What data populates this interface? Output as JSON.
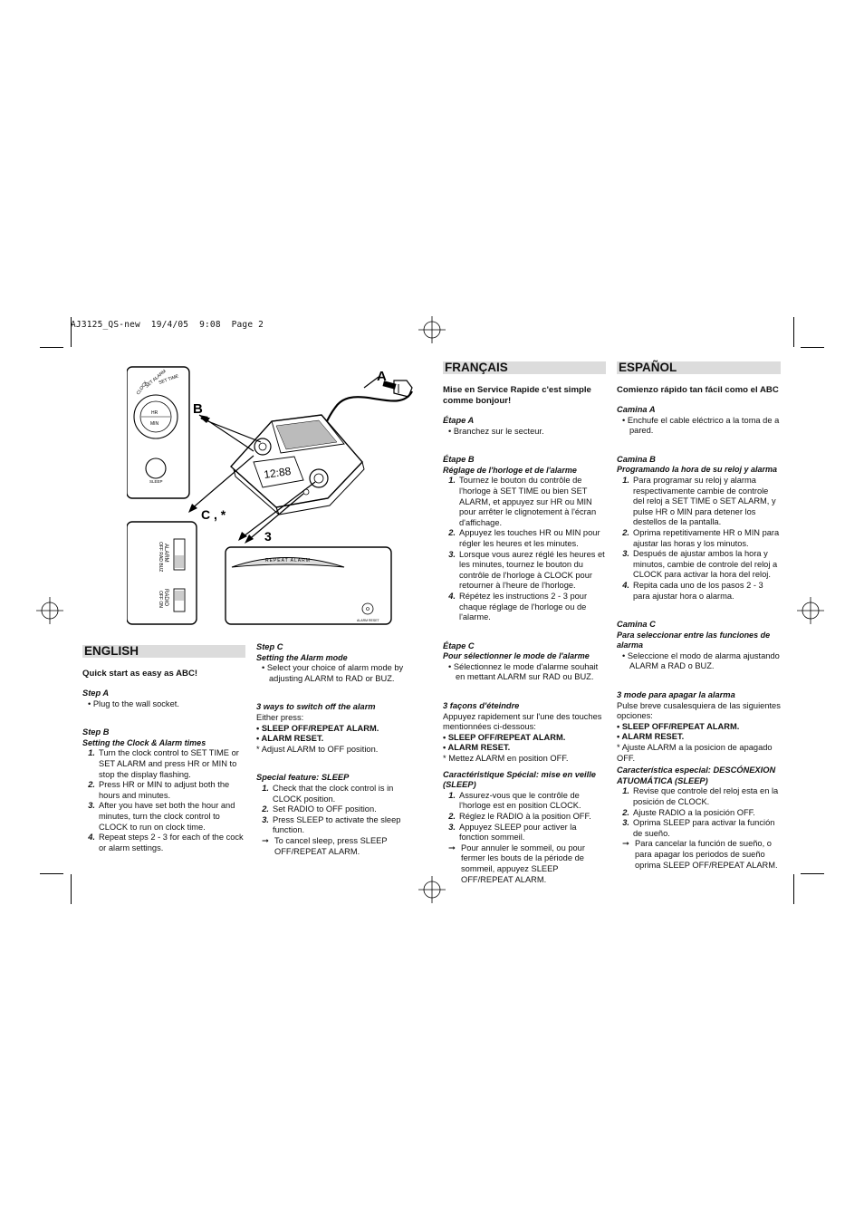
{
  "header": {
    "slug": "AJ3125_QS-new  19/4/05  9:08  Page 2"
  },
  "figure": {
    "label_a": "A",
    "label_b": "B",
    "label_c": "C , *",
    "label_3": "3",
    "dial_hr": "HR",
    "dial_min": "MIN",
    "dial_clock": "CLOCK",
    "dial_set_alarm": "SET ALARM",
    "dial_set_time": "SET TIME",
    "sleep_label": "SLEEP",
    "alarm_switch": "ALARM",
    "alarm_modes": "OFF RAD BUZ",
    "radio_switch": "RADIO",
    "radio_modes": "OFF ON",
    "repeat_alarm": "REPEAT ALARM",
    "alarm_reset": "ALARM RESET",
    "display_digits": "12:88"
  },
  "english": {
    "heading": "ENGLISH",
    "intro": "Quick start as easy as ABC!",
    "stepA_title": "Step A",
    "stepA_b1": "• Plug to the wall socket.",
    "stepB_title": "Step B",
    "stepB_sub": "Setting the Clock & Alarm times",
    "stepB_items": [
      {
        "n": "1.",
        "t": "Turn the clock control to SET TIME or SET ALARM and press HR or MIN to stop the display flashing."
      },
      {
        "n": "2.",
        "t": "Press HR or MIN to adjust both the hours and minutes."
      },
      {
        "n": "3.",
        "t": "After you have set both the hour and minutes, turn the clock control to CLOCK to run on clock time."
      },
      {
        "n": "4.",
        "t": "Repeat steps 2 - 3 for each of the cock or alarm settings."
      }
    ],
    "stepC_title": "Step C",
    "stepC_sub": "Setting the Alarm mode",
    "stepC_b1": "• Select your choice of alarm mode by adjusting ALARM to RAD or BUZ.",
    "ways_title": "3 ways to switch off the alarm",
    "ways_intro": "Either press:",
    "ways_items": [
      "• SLEEP OFF/REPEAT ALARM.",
      "• ALARM RESET.",
      "* Adjust ALARM to OFF position."
    ],
    "special_title": "Special feature: SLEEP",
    "special_items": [
      {
        "n": "1.",
        "t": "Check that the clock control is in CLOCK position."
      },
      {
        "n": "2.",
        "t": "Set RADIO to OFF position."
      },
      {
        "n": "3.",
        "t": "Press SLEEP to activate the sleep function."
      }
    ],
    "special_arrow": "To cancel sleep, press SLEEP OFF/REPEAT ALARM."
  },
  "francais": {
    "heading": "FRANÇAIS",
    "intro": "Mise en Service Rapide c'est simple comme bonjour!",
    "stepA_title": "Étape A",
    "stepA_b1": "• Branchez sur le secteur.",
    "stepB_title": "Étape B",
    "stepB_sub": "Réglage de l'horloge et de l'alarme",
    "stepB_items": [
      {
        "n": "1.",
        "t": "Tournez le bouton du contrôle de l'horloge à SET TIME ou bien SET ALARM, et appuyez sur HR ou MIN pour arrêter le clignotement à l'écran d'affichage."
      },
      {
        "n": "2.",
        "t": "Appuyez les touches HR ou MIN pour régler les heures et les minutes."
      },
      {
        "n": "3.",
        "t": "Lorsque vous aurez réglé les heures et les minutes, tournez le bouton du contrôle de l'horloge à CLOCK pour retourner à l'heure de l'horloge."
      },
      {
        "n": "4.",
        "t": "Répétez les instructions 2 - 3 pour chaque réglage de l'horloge ou de l'alarme."
      }
    ],
    "stepC_title": "Étape C",
    "stepC_sub": "Pour sélectionner le mode de l'alarme",
    "stepC_b1": "• Sélectionnez le mode d'alarme souhait en mettant ALARM sur RAD ou BUZ.",
    "ways_title": "3 façons d'éteindre",
    "ways_intro": "Appuyez rapidement sur l'une des touches mentionnées ci-dessous:",
    "ways_items": [
      "• SLEEP OFF/REPEAT ALARM.",
      "• ALARM RESET.",
      "* Mettez ALARM en position OFF."
    ],
    "special_title": "Caractéristique Spécial: mise en veille (SLEEP)",
    "special_items": [
      {
        "n": "1.",
        "t": "Assurez-vous que le contrôle de l'horloge est en position CLOCK."
      },
      {
        "n": "2.",
        "t": "Réglez le RADIO à la position OFF."
      },
      {
        "n": "3.",
        "t": "Appuyez SLEEP pour activer la fonction sommeil."
      }
    ],
    "special_arrow": "Pour annuler le sommeil, ou pour fermer les bouts de la période de sommeil, appuyez SLEEP OFF/REPEAT ALARM."
  },
  "espanol": {
    "heading": "ESPAÑOL",
    "intro": "Comienzo rápido tan fácil como el ABC",
    "stepA_title": "Camina A",
    "stepA_b1": "• Enchufe el cable eléctrico a la toma de a pared.",
    "stepB_title": "Camina B",
    "stepB_sub": "Programando la hora de su reloj y alarma",
    "stepB_items": [
      {
        "n": "1.",
        "t": "Para programar su reloj y alarma respectivamente cambie de controle del reloj a SET TIME o SET ALARM, y pulse HR o MIN para detener los destellos de la pantalla."
      },
      {
        "n": "2.",
        "t": "Oprima repetitivamente HR o MIN para ajustar las horas y los minutos."
      },
      {
        "n": "3.",
        "t": "Después de ajustar ambos la hora y minutos, cambie de controle del reloj a CLOCK para activar la hora del reloj."
      },
      {
        "n": "4.",
        "t": "Repita cada uno de los pasos 2 - 3 para ajustar hora o alarma."
      }
    ],
    "stepC_title": "Camina C",
    "stepC_sub": "Para seleccionar entre las funciones de alarma",
    "stepC_b1": "• Seleccione el modo de alarma ajustando ALARM a RAD o BUZ.",
    "ways_title": "3 mode para apagar la alarma",
    "ways_intro": "Pulse breve cusalesquiera de las siguientes opciones:",
    "ways_items": [
      "• SLEEP OFF/REPEAT ALARM.",
      "• ALARM RESET.",
      "* Ajuste ALARM a la posicion de apagado OFF."
    ],
    "special_title": "Característica especial: DESCÓNEXION ATUOMÁTICA (SLEEP)",
    "special_items": [
      {
        "n": "1.",
        "t": "Revise que controle del reloj esta en la posición de CLOCK."
      },
      {
        "n": "2.",
        "t": "Ajuste RADIO a la posición OFF."
      },
      {
        "n": "3.",
        "t": "Oprima SLEEP para activar la función de sueño."
      }
    ],
    "special_arrow": "Para cancelar la función de sueño, o para apagar los periodos de sueño oprima SLEEP OFF/REPEAT ALARM."
  }
}
